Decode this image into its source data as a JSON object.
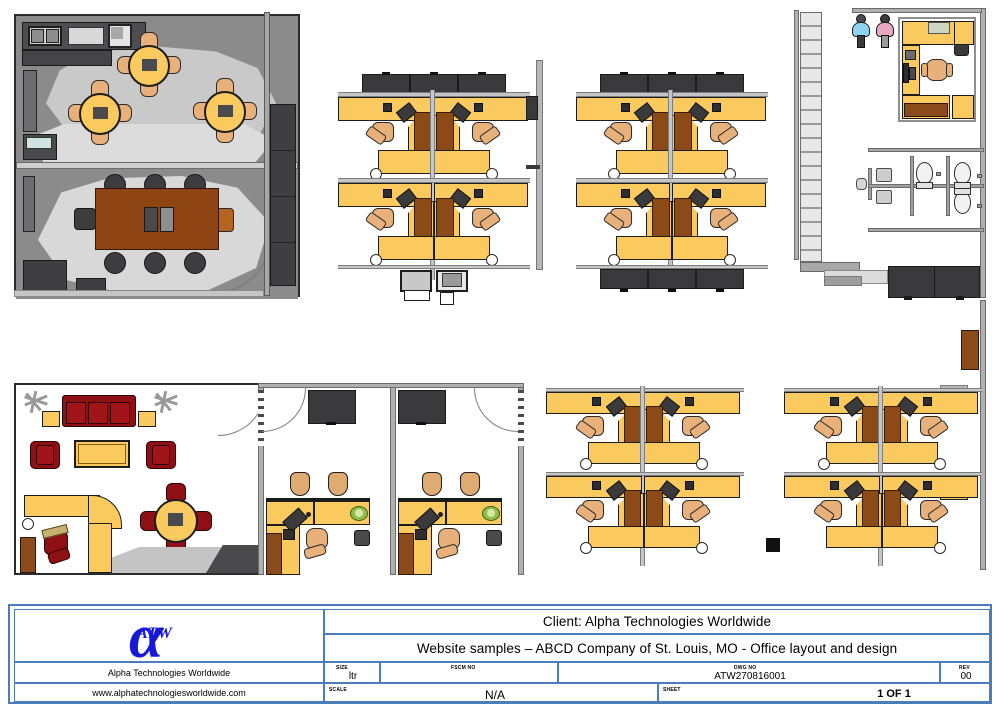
{
  "drawing": {
    "type": "architectural-floor-plan",
    "description": "Office layout and design plan - furniture plan showing break room, conference room, workstation clusters, private offices, lounge and restrooms"
  },
  "title_block": {
    "logo_text": "ATW",
    "logo_symbol": "alpha",
    "company_name": "Alpha Technologies Worldwide",
    "website": "www.alphatechnologiesworldwide.com",
    "client_line": "Client: Alpha Technologies Worldwide",
    "project_line": "Website samples – ABCD Company of St. Louis, MO - Office layout and design",
    "fields": {
      "size_label": "SIZE",
      "size_value": "ltr",
      "fscm_label": "FSCM NO",
      "fscm_value": "",
      "dwg_label": "DWG NO",
      "dwg_value": "ATW270816001",
      "rev_label": "REV",
      "rev_value": "00",
      "scale_label": "SCALE",
      "scale_value": "N/A",
      "sheet_label": "SHEET",
      "sheet_value": "1 OF 1"
    },
    "accent_color": "#4a7ebb",
    "logo_color": "#1818d8"
  },
  "rooms": [
    {
      "id": "break-room",
      "name": "Break Room / Cafe",
      "tables": 3,
      "seats_per_table": 4
    },
    {
      "id": "conference-room",
      "name": "Conference Room",
      "tables": 1,
      "seats_per_table": 8
    },
    {
      "id": "workstation-pod-1",
      "name": "Workstation Cluster 1",
      "stations": 4
    },
    {
      "id": "workstation-pod-2",
      "name": "Workstation Cluster 2",
      "stations": 4
    },
    {
      "id": "workstation-pod-3",
      "name": "Workstation Cluster 3",
      "stations": 4
    },
    {
      "id": "workstation-pod-4",
      "name": "Workstation Cluster 4",
      "stations": 4
    },
    {
      "id": "manager-office",
      "name": "Manager Office",
      "stations": 1
    },
    {
      "id": "restrooms",
      "name": "Restrooms",
      "fixtures": 4
    },
    {
      "id": "lounge",
      "name": "Reception Lounge",
      "seats": 8
    },
    {
      "id": "private-office-a",
      "name": "Private Office A",
      "stations": 1
    },
    {
      "id": "private-office-b",
      "name": "Private Office B",
      "stations": 1
    }
  ],
  "palette": {
    "desk": "#fbca5e",
    "desk_light": "#fcd77f",
    "wood_panel": "#8c4a17",
    "wall": "#9a9a9a",
    "dark_furniture": "#3a3a3c",
    "chair_tan": "#e8b07a",
    "upholstery_red": "#8e0f14",
    "floor_gray": "#8e8e8e"
  }
}
